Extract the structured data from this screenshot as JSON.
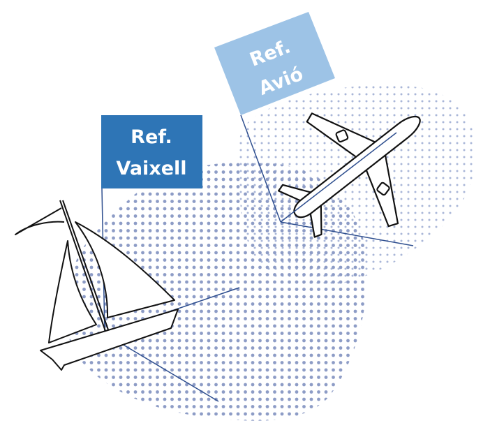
{
  "boat_label": {
    "line1": "Ref.",
    "line2": "Vaixell"
  },
  "plane_label": {
    "line1": "Ref.",
    "line2": "Avió"
  },
  "colors": {
    "boat_flag": "#2e75b6",
    "plane_flag": "#9dc3e6",
    "axis": "#2f4f8f",
    "dots": "#8d9cc6",
    "dots_light": "#b3bedb"
  }
}
